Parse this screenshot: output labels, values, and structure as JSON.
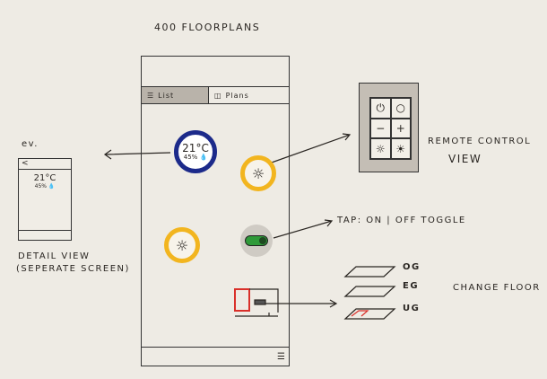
{
  "title": "400 Floorplans",
  "phone": {
    "tabs": [
      {
        "label": "List",
        "active": true
      },
      {
        "label": "Plans",
        "active": false
      }
    ],
    "temperature_widget": {
      "temperature": "21°C",
      "humidity": "45% 💧"
    },
    "menu_icon": "hamburger-icon"
  },
  "detail_view": {
    "note": "ev.",
    "back": "<",
    "temperature": "21°C",
    "humidity": "45% 💧",
    "caption_line1": "Detail View",
    "caption_line2": "(Seperate Screen)"
  },
  "remote_control": {
    "buttons": [
      "⏻",
      "○",
      "−",
      "+",
      "☼",
      "☀"
    ],
    "caption_line1": "Remote Control",
    "caption_line2": "View"
  },
  "toggle_note": "Tap: On | Off Toggle",
  "floors": {
    "levels": [
      "OG",
      "EG",
      "UG"
    ],
    "caption": "Change Floor"
  },
  "colors": {
    "temp_ring": "#1c2a8a",
    "light_ring": "#f2b51f",
    "toggle_on": "#2f9a3a",
    "selected_room": "#d9302a"
  }
}
